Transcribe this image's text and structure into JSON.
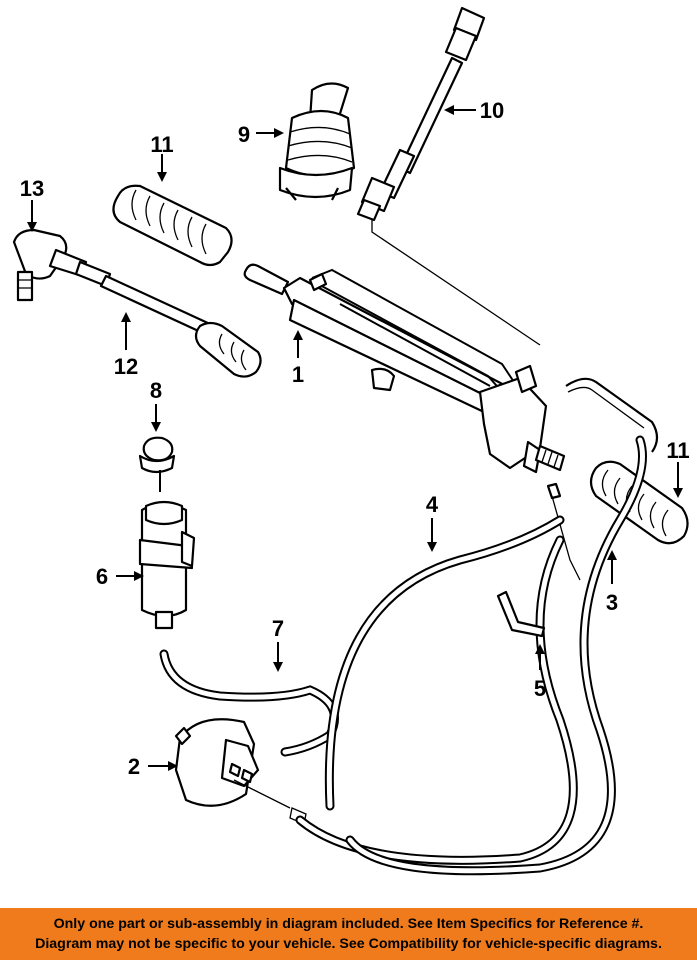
{
  "callouts": {
    "c1": "1",
    "c2": "2",
    "c3": "3",
    "c4": "4",
    "c5": "5",
    "c6": "6",
    "c7": "7",
    "c8": "8",
    "c9": "9",
    "c10": "10",
    "c11a": "11",
    "c11b": "11",
    "c12": "12",
    "c13": "13"
  },
  "footer": {
    "line1": "Only one part or sub-assembly in diagram included. See Item Specifics for Reference #.",
    "line2": "Diagram may not be specific to your vehicle. See Compatibility for vehicle-specific diagrams."
  },
  "colors": {
    "footer_background": "#f07b1d",
    "line_art": "#000000"
  }
}
